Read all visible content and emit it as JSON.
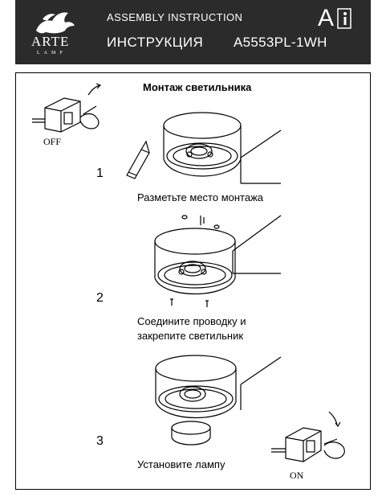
{
  "header": {
    "brand": "ARTE",
    "brand_sub": "LAMP",
    "title_en": "ASSEMBLY INSTRUCTION",
    "title_ru": "ИНСТРУКЦИЯ",
    "model": "A5553PL-1WH",
    "letter": "A"
  },
  "section_title": "Монтаж светильника",
  "switch_off_label": "OFF",
  "switch_on_label": "ON",
  "steps": [
    {
      "number": "1",
      "caption": "Разметьте место монтажа"
    },
    {
      "number": "2",
      "caption_line1": "Соедините проводку и",
      "caption_line2": "закрепите светильник"
    },
    {
      "number": "3",
      "caption": "Установите лампу"
    }
  ]
}
